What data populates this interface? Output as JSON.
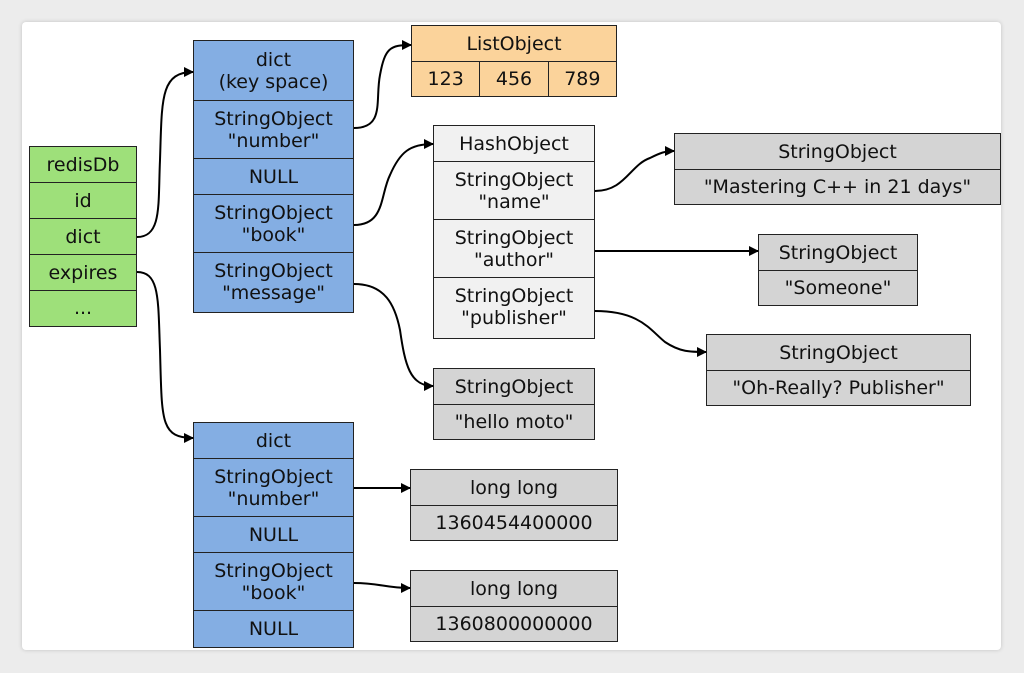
{
  "redisDb": {
    "cells": [
      "redisDb",
      "id",
      "dict",
      "expires",
      "..."
    ]
  },
  "keyspace": {
    "header": [
      "dict",
      "(key space)"
    ],
    "entries": [
      [
        "StringObject",
        "\"number\""
      ],
      [
        "NULL"
      ],
      [
        "StringObject",
        "\"book\""
      ],
      [
        "StringObject",
        "\"message\""
      ]
    ]
  },
  "listObject": {
    "header": "ListObject",
    "items": [
      "123",
      "456",
      "789"
    ]
  },
  "hashObject": {
    "header": "HashObject",
    "entries": [
      [
        "StringObject",
        "\"name\""
      ],
      [
        "StringObject",
        "\"author\""
      ],
      [
        "StringObject",
        "\"publisher\""
      ]
    ]
  },
  "strName": {
    "header": "StringObject",
    "value": "\"Mastering C++ in 21 days\""
  },
  "strAuthor": {
    "header": "StringObject",
    "value": "\"Someone\""
  },
  "strPublisher": {
    "header": "StringObject",
    "value": "\"Oh-Really? Publisher\""
  },
  "strMessage": {
    "header": "StringObject",
    "value": "\"hello moto\""
  },
  "expiresDict": {
    "header": "dict",
    "entries": [
      [
        "StringObject",
        "\"number\""
      ],
      [
        "NULL"
      ],
      [
        "StringObject",
        "\"book\""
      ],
      [
        "NULL"
      ]
    ]
  },
  "longNumber": {
    "header": "long long",
    "value": "1360454400000"
  },
  "longBook": {
    "header": "long long",
    "value": "1360800000000"
  },
  "colors": {
    "redisDb": "#9ee07a",
    "dict": "#84aee3",
    "listObject": "#fbd39b",
    "hashObject": "#f1f1f1",
    "valueObject": "#d4d4d4",
    "edge": "#000000"
  }
}
